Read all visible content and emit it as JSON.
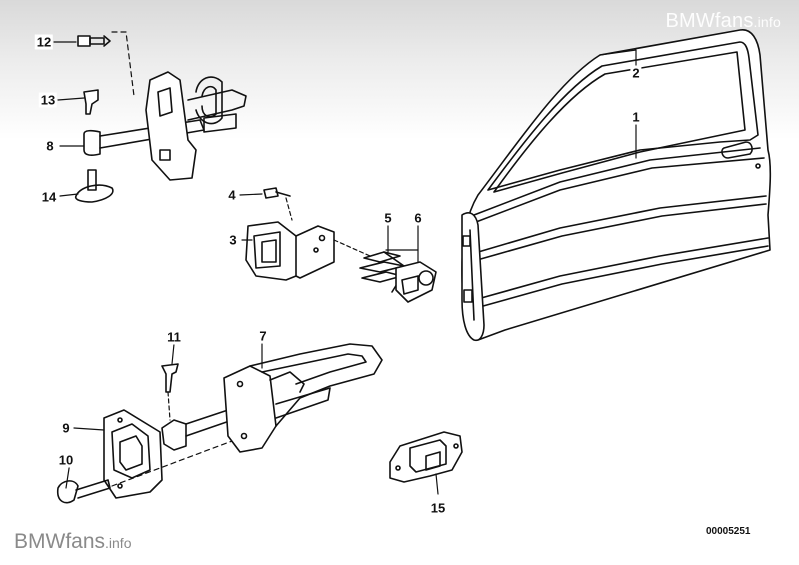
{
  "watermark": {
    "brand": "BMWfans",
    "suffix": ".info"
  },
  "catalog_number": "00005251",
  "callouts": [
    {
      "id": "c1",
      "label": "1"
    },
    {
      "id": "c2",
      "label": "2"
    },
    {
      "id": "c3",
      "label": "3"
    },
    {
      "id": "c4",
      "label": "4"
    },
    {
      "id": "c5",
      "label": "5"
    },
    {
      "id": "c6",
      "label": "6"
    },
    {
      "id": "c7",
      "label": "7"
    },
    {
      "id": "c8",
      "label": "8"
    },
    {
      "id": "c9",
      "label": "9"
    },
    {
      "id": "c10",
      "label": "10"
    },
    {
      "id": "c11",
      "label": "11"
    },
    {
      "id": "c12",
      "label": "12"
    },
    {
      "id": "c13",
      "label": "13"
    },
    {
      "id": "c14",
      "label": "14"
    },
    {
      "id": "c15",
      "label": "15"
    }
  ]
}
